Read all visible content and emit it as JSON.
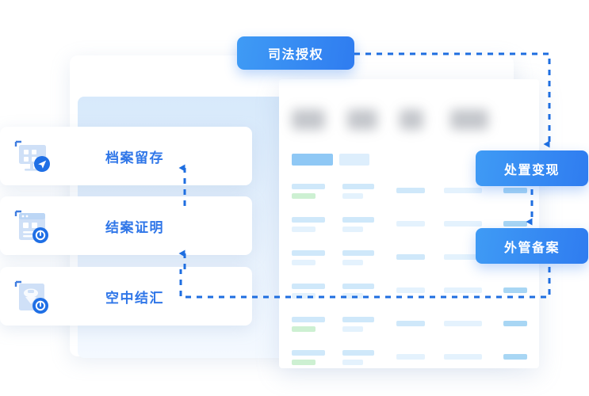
{
  "diagram": {
    "title_chip": {
      "label": "司法授权",
      "name": "judicial-authorization"
    },
    "left_cards": [
      {
        "label": "档案留存",
        "icon": "monitor-grid-send-icon"
      },
      {
        "label": "结案证明",
        "icon": "document-check-icon"
      },
      {
        "label": "空中结汇",
        "icon": "cloud-settlement-power-icon"
      }
    ],
    "right_buttons": [
      {
        "label": "处置变现",
        "icon": "none"
      },
      {
        "label": "外管备案",
        "icon": "none"
      }
    ],
    "colors": {
      "accent_blue": "#2f7cf0",
      "accent_blue_light": "#3f9bf5",
      "label_blue": "#2f76e8",
      "dashed_line": "#1e6ee0",
      "bar_blue": "#daedfb",
      "bar_blue_mid": "#cfe8fa",
      "bar_blue_dark": "#a8d6f4",
      "bar_green": "#cdf0d2",
      "chip_primary": "#8fc8f5",
      "chip_secondary": "#ddeefc",
      "panel_bg": "#ffffff",
      "bg_card_blue": "#d7e9fb"
    }
  },
  "document_panel": {
    "headers": [
      {
        "blurred": true,
        "width": 42
      },
      {
        "blurred": true,
        "width": 38
      },
      {
        "blurred": true,
        "width": 30
      },
      {
        "blurred": true,
        "width": 48
      }
    ],
    "chips": [
      {
        "style": "primary",
        "width": 52
      },
      {
        "style": "secondary",
        "width": 38
      }
    ],
    "rows": [
      {
        "col1_sub": "green",
        "col2_sub": "blue",
        "col3": "mid",
        "col4": "soft",
        "col5": "dark"
      },
      {
        "col1_sub": "blue",
        "col2_sub": "blue",
        "col3": "soft",
        "col4": "soft",
        "col5": "dark"
      },
      {
        "col1_sub": "blue",
        "col2_sub": "blue",
        "col3": "mid",
        "col4": "soft",
        "col5": "dark"
      },
      {
        "col1_sub": "blue",
        "col2_sub": "blue",
        "col3": "soft",
        "col4": "soft",
        "col5": "dark"
      },
      {
        "col1_sub": "green",
        "col2_sub": "blue",
        "col3": "mid",
        "col4": "soft",
        "col5": "dark"
      },
      {
        "col1_sub": "green",
        "col2_sub": "blue",
        "col3": "soft",
        "col4": "soft",
        "col5": "dark"
      },
      {
        "col1_sub": "green",
        "col2_sub": "blue",
        "col3": "mid",
        "col4": "soft",
        "col5": "dark"
      }
    ]
  }
}
